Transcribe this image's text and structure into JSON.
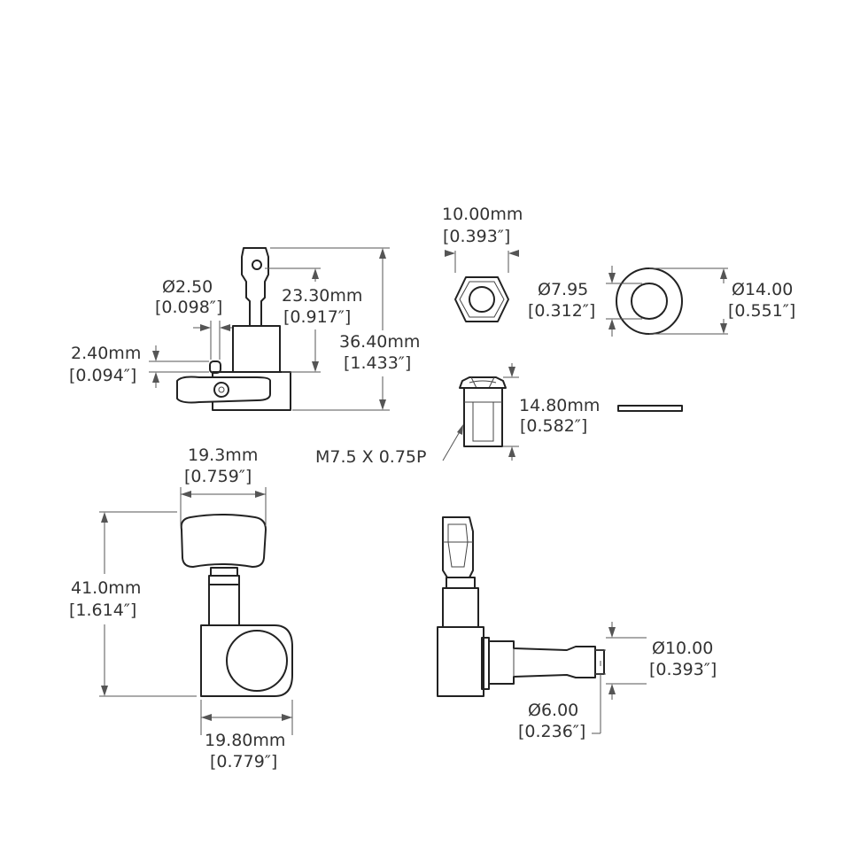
{
  "dimensions": {
    "pin_diameter": {
      "mm": "Ø2.50",
      "inch": "[0.098″]"
    },
    "post_height": {
      "mm": "23.30mm",
      "inch": "[0.917″]"
    },
    "overall_height": {
      "mm": "36.40mm",
      "inch": "[1.433″]"
    },
    "pin_offset": {
      "mm": "2.40mm",
      "inch": "[0.094″]"
    },
    "hex_nut_width": {
      "mm": "10.00mm",
      "inch": "[0.393″]"
    },
    "washer_inner": {
      "mm": "Ø7.95",
      "inch": "[0.312″]"
    },
    "washer_outer": {
      "mm": "Ø14.00",
      "inch": "[0.551″]"
    },
    "bushing_height": {
      "mm": "14.80mm",
      "inch": "[0.582″]"
    },
    "thread": {
      "label": "M7.5 X 0.75P"
    },
    "button_width": {
      "mm": "19.3mm",
      "inch": "[0.759″]"
    },
    "total_length": {
      "mm": "41.0mm",
      "inch": "[1.614″]"
    },
    "housing_width": {
      "mm": "19.80mm",
      "inch": "[0.779″]"
    },
    "post_diameter": {
      "mm": "Ø10.00",
      "inch": "[0.393″]"
    },
    "string_hole": {
      "mm": "Ø6.00",
      "inch": "[0.236″]"
    }
  }
}
